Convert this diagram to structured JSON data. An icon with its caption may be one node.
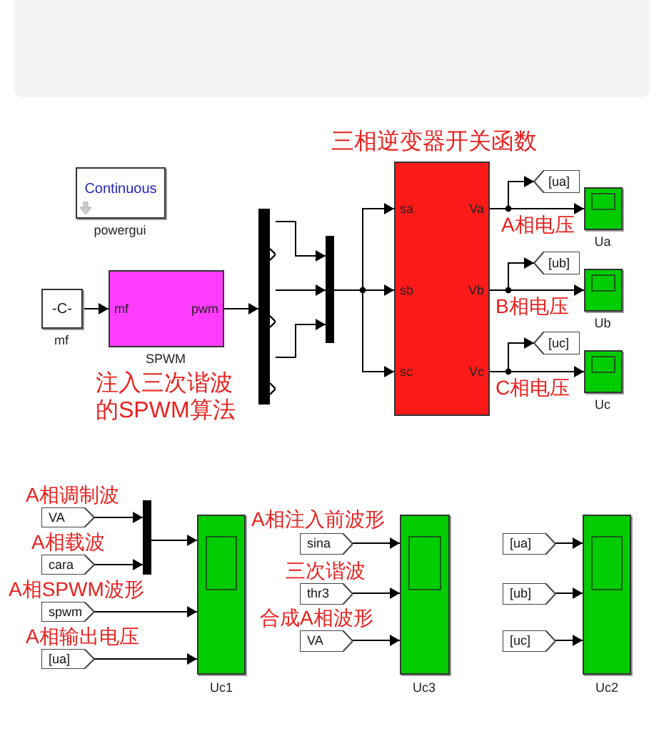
{
  "diagram": {
    "nodes": [
      {
        "text": [
          "Continuous"
        ],
        "beside": [
          "powergui"
        ]
      },
      {
        "text": [
          "-C-"
        ],
        "beside": [
          "mf"
        ]
      },
      {
        "text": [
          "mf",
          "pwm"
        ],
        "beside": [
          "SPWM"
        ]
      },
      {
        "text": [],
        "shape": "bar"
      },
      {
        "text": [],
        "shape": "bar"
      },
      {
        "text": [
          "sa",
          "sb",
          "sc",
          "Va",
          "Vb",
          "Vc"
        ]
      },
      {
        "text": [
          "[ua]"
        ]
      },
      {
        "text": [],
        "shape": "box",
        "beside": [
          "Ua"
        ]
      },
      {
        "text": [
          "[ub]"
        ]
      },
      {
        "text": [],
        "shape": "box",
        "beside": [
          "Ub"
        ]
      },
      {
        "text": [
          "[uc]"
        ]
      },
      {
        "text": [],
        "shape": "box",
        "beside": [
          "Uc"
        ]
      },
      {
        "text": [
          "VA"
        ]
      },
      {
        "text": [
          "cara"
        ]
      },
      {
        "text": [
          "spwm"
        ]
      },
      {
        "text": [
          "[ua]"
        ]
      },
      {
        "text": [],
        "shape": "bar"
      },
      {
        "text": [],
        "shape": "box",
        "beside": [
          "Uc1"
        ]
      },
      {
        "text": [
          "sina"
        ]
      },
      {
        "text": [
          "thr3"
        ]
      },
      {
        "text": [
          "VA"
        ]
      },
      {
        "text": [],
        "shape": "box",
        "beside": [
          "Uc3"
        ]
      },
      {
        "text": [
          "[ua]"
        ]
      },
      {
        "text": [
          "[ub]"
        ]
      },
      {
        "text": [
          "[uc]"
        ]
      },
      {
        "text": [],
        "shape": "box",
        "beside": [
          "Uc2"
        ]
      }
    ],
    "edges": [
      {
        "from": 1,
        "to": 2,
        "arrow": "to"
      },
      {
        "from": 2,
        "to": 3,
        "arrow": "to"
      },
      {
        "from": 3,
        "to": 4,
        "arrow": "to"
      },
      {
        "from": 3,
        "to": 4,
        "arrow": "to"
      },
      {
        "from": 3,
        "to": 4,
        "arrow": "to"
      },
      {
        "from": 4,
        "to": 5,
        "arrow": "to"
      },
      {
        "from": 4,
        "to": 5,
        "arrow": "to"
      },
      {
        "from": 4,
        "to": 5,
        "arrow": "to"
      },
      {
        "from": 5,
        "to": 6,
        "arrow": "to"
      },
      {
        "from": 5,
        "to": 7,
        "arrow": "to"
      },
      {
        "from": 5,
        "to": 8,
        "arrow": "to"
      },
      {
        "from": 5,
        "to": 9,
        "arrow": "to"
      },
      {
        "from": 5,
        "to": 10,
        "arrow": "to"
      },
      {
        "from": 5,
        "to": 11,
        "arrow": "to"
      },
      {
        "from": 12,
        "to": 16,
        "arrow": "to"
      },
      {
        "from": 13,
        "to": 16,
        "arrow": "to"
      },
      {
        "from": 16,
        "to": 17,
        "arrow": "to"
      },
      {
        "from": 14,
        "to": 17,
        "arrow": "to"
      },
      {
        "from": 15,
        "to": 17,
        "arrow": "to"
      },
      {
        "from": 18,
        "to": 21,
        "arrow": "to"
      },
      {
        "from": 19,
        "to": 21,
        "arrow": "to"
      },
      {
        "from": 20,
        "to": 21,
        "arrow": "to"
      },
      {
        "from": 22,
        "to": 25,
        "arrow": "to"
      },
      {
        "from": 23,
        "to": 25,
        "arrow": "to"
      },
      {
        "from": 24,
        "to": 25,
        "arrow": "to"
      }
    ],
    "labels": [
      "三相逆变器开关函数",
      "注入三次谐波的SPWM算法",
      "A相电压",
      "B相电压",
      "C相电压",
      "A相调制波",
      "A相载波",
      "A相SPWM波形",
      "A相输出电压",
      "A相注入前波形",
      "三次谐波",
      "合成A相波形"
    ]
  }
}
